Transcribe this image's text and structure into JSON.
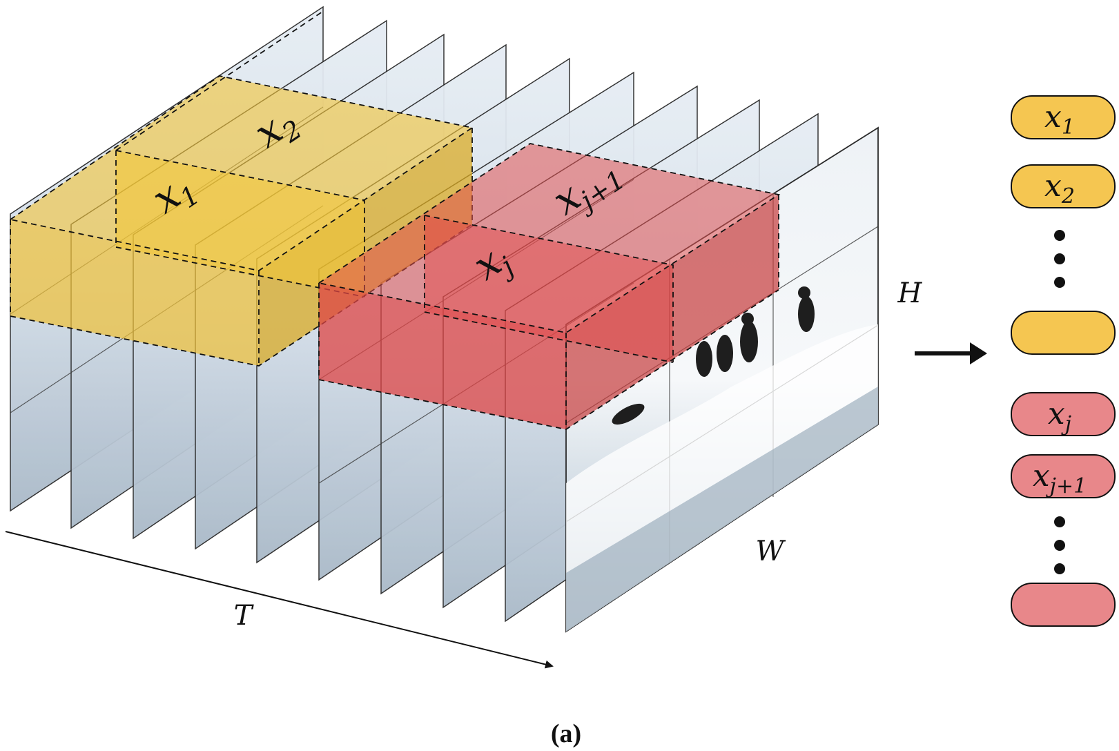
{
  "axes": {
    "time_label": "T",
    "height_label": "H",
    "width_label": "W"
  },
  "tubelets": {
    "yellow": [
      {
        "label_base": "x",
        "label_sub": "1"
      },
      {
        "label_base": "x",
        "label_sub": "2"
      }
    ],
    "red": [
      {
        "label_base": "x",
        "label_sub": "j"
      },
      {
        "label_base": "x",
        "label_sub": "j+1"
      }
    ]
  },
  "token_sequence": [
    {
      "kind": "yellow",
      "label_base": "x",
      "label_sub": "1"
    },
    {
      "kind": "yellow",
      "label_base": "x",
      "label_sub": "2"
    },
    {
      "kind": "ellipsis"
    },
    {
      "kind": "yellow",
      "label_base": "",
      "label_sub": ""
    },
    {
      "kind": "red",
      "label_base": "x",
      "label_sub": "j"
    },
    {
      "kind": "red",
      "label_base": "x",
      "label_sub": "j+1"
    },
    {
      "kind": "ellipsis"
    },
    {
      "kind": "red",
      "label_base": "",
      "label_sub": ""
    }
  ],
  "caption": "(a)",
  "colors": {
    "yellow_fill": "#f0c33a",
    "yellow_token": "#f5c651",
    "red_fill": "#e05050",
    "red_token": "#e8878a",
    "frame_fill": "#d6e1ec",
    "frame_edge": "#2a2a2a"
  }
}
